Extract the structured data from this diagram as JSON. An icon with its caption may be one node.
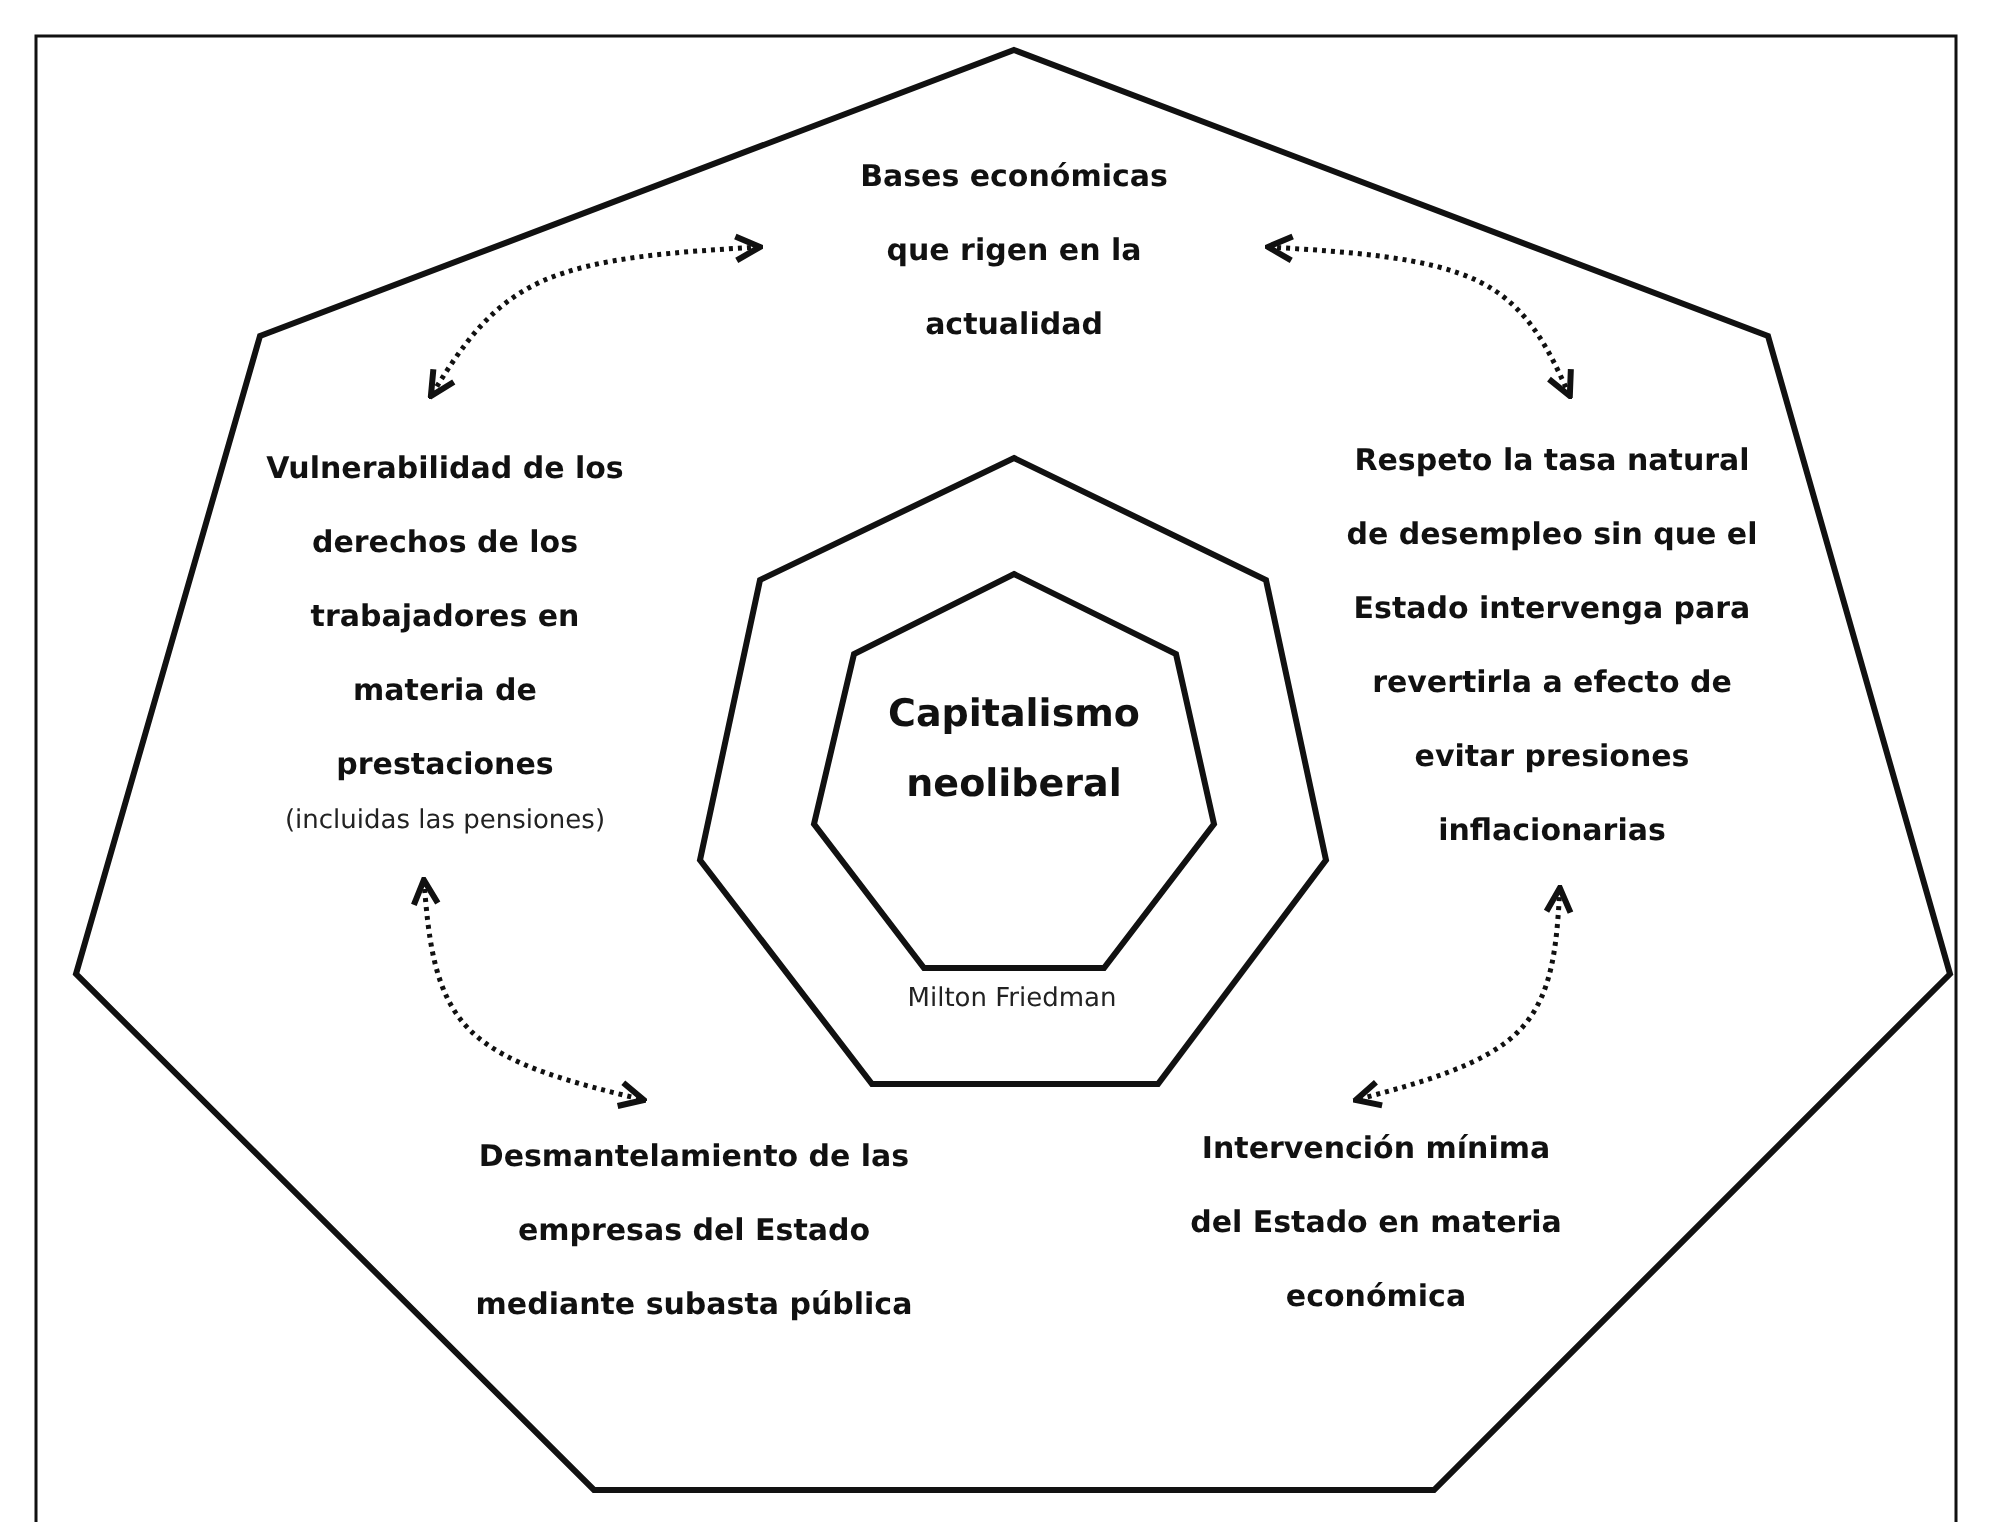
{
  "diagram": {
    "nodes": [
      {
        "text": [],
        "shape": "heptagon"
      },
      {
        "text": [
          "Bases económicas que rigen en la actualidad"
        ],
        "in": 0
      },
      {
        "text": [
          "Respeto la tasa natural de desempleo sin que el Estado intervenga para revertirla a efecto de evitar presiones inflacionarias"
        ],
        "in": 0
      },
      {
        "text": [
          "Intervención mínima del Estado en materia económica"
        ],
        "in": 0
      },
      {
        "text": [
          "Desmantelamiento de las empresas del Estado mediante subasta pública"
        ],
        "in": 0
      },
      {
        "text": [
          "Vulnerabilidad de los derechos de los trabajadores en materia de prestaciones",
          "(incluidas las pensiones)"
        ],
        "in": 0
      },
      {
        "text": [
          "Milton Friedman"
        ],
        "in": 0
      },
      {
        "text": [
          "Capitalismo neoliberal"
        ],
        "in": 6
      }
    ],
    "edges": [
      {
        "from": 1,
        "to": 5,
        "arrow": "both",
        "style": "dashed"
      },
      {
        "from": 1,
        "to": 2,
        "arrow": "both",
        "style": "dashed"
      },
      {
        "from": 2,
        "to": 3,
        "arrow": "both",
        "style": "dashed"
      },
      {
        "from": 5,
        "to": 4,
        "arrow": "both",
        "style": "dashed"
      }
    ]
  }
}
